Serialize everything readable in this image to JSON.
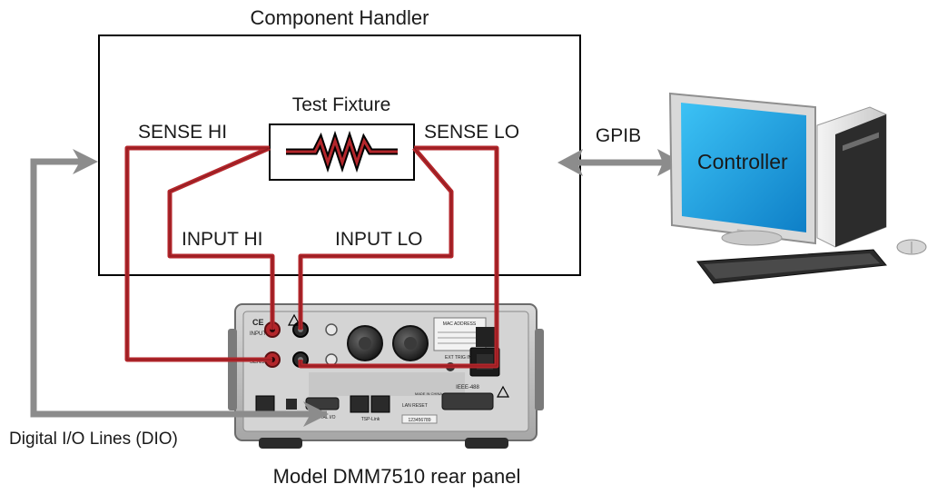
{
  "title": "Component Handler",
  "fixture_label": "Test Fixture",
  "labels": {
    "sense_hi": "SENSE HI",
    "sense_lo": "SENSE LO",
    "input_hi": "INPUT HI",
    "input_lo": "INPUT LO",
    "gpib": "GPIB",
    "controller": "Controller",
    "dio": "Digital I/O Lines (DIO)",
    "caption": "Model DMM7510 rear panel"
  },
  "panel_text": {
    "mac_address": "MAC ADDRESS",
    "ieee": "IEEE-488",
    "tsp_link": "TSP-Link",
    "lan_reset": "LAN RESET",
    "digital_io": "DIGITAL I/O",
    "serial": "123456789",
    "input": "INPUT",
    "sense": "SENSE",
    "ext_trig": "EXT TRIG INPUT",
    "made_in": "MADE IN CHINA"
  },
  "colors": {
    "wire_red": "#b3262b",
    "arrow_gray": "#8c8c8c",
    "box_stroke": "#000000",
    "monitor_screen": "#1a9ee0"
  }
}
